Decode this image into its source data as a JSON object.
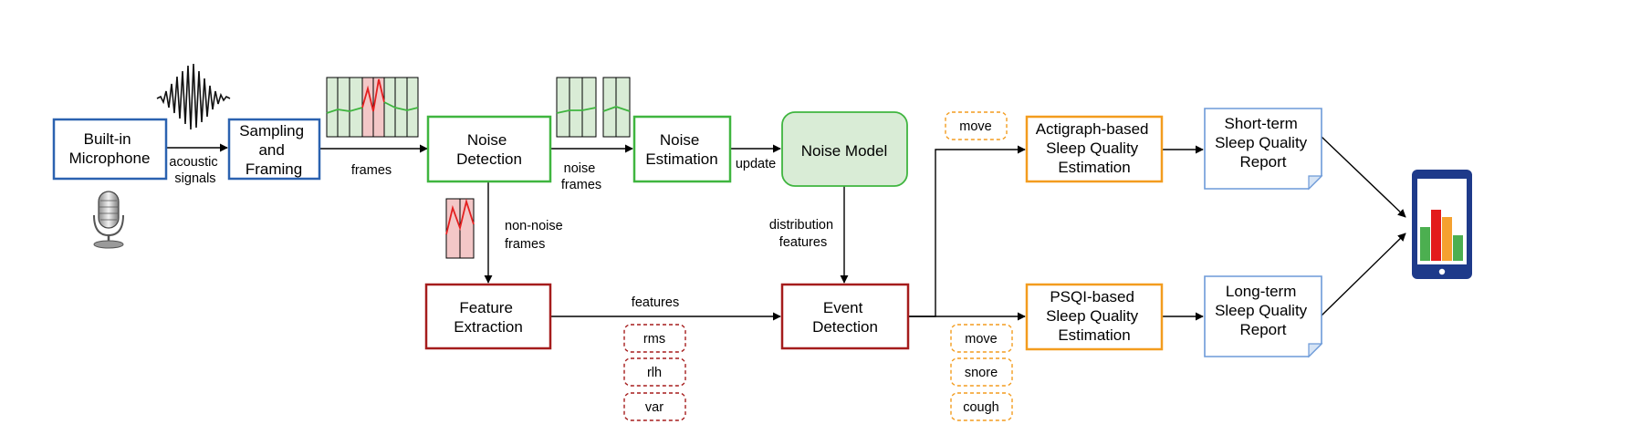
{
  "colors": {
    "blue": "#2b62b0",
    "green": "#3fb53f",
    "green_fill": "#d9ecd6",
    "dark_red": "#a51c1c",
    "orange": "#f39c1e",
    "report_blue": "#6d9ad8",
    "phone_navy": "#1e3a8a",
    "red_signal": "#e42020",
    "pink_fill": "#f3c7c7",
    "bar_green": "#4caf50",
    "bar_red": "#e31b1b",
    "bar_orange": "#f5a12f"
  },
  "nodes": {
    "microphone": {
      "lines": [
        "Built-in",
        "Microphone"
      ]
    },
    "sampling": {
      "lines": [
        "Sampling",
        "and",
        "Framing"
      ]
    },
    "noise_detection": {
      "lines": [
        "Noise",
        "Detection"
      ]
    },
    "noise_estimation": {
      "lines": [
        "Noise",
        "Estimation"
      ]
    },
    "noise_model": {
      "lines": [
        "Noise Model"
      ]
    },
    "feature_extraction": {
      "lines": [
        "Feature",
        "Extraction"
      ]
    },
    "event_detection": {
      "lines": [
        "Event",
        "Detection"
      ]
    },
    "actigraph": {
      "lines": [
        "Actigraph-based",
        "Sleep Quality",
        "Estimation"
      ]
    },
    "psqi": {
      "lines": [
        "PSQI-based",
        "Sleep Quality",
        "Estimation"
      ]
    },
    "short_report": {
      "lines": [
        "Short-term",
        "Sleep Quality",
        "Report"
      ]
    },
    "long_report": {
      "lines": [
        "Long-term",
        "Sleep Quality",
        "Report"
      ]
    }
  },
  "edges": {
    "acoustic_signals": [
      "acoustic",
      "signals"
    ],
    "frames": [
      "frames"
    ],
    "noise_frames": [
      "noise",
      "frames"
    ],
    "update": [
      "update"
    ],
    "non_noise_frames": [
      "non-noise",
      "frames"
    ],
    "distribution_features": [
      "distribution",
      "features"
    ],
    "features": [
      "features"
    ]
  },
  "feature_tags": [
    "rms",
    "rlh",
    "var"
  ],
  "actigraph_tags": [
    "move"
  ],
  "psqi_tags": [
    "move",
    "snore",
    "cough"
  ],
  "icons": {
    "microphone": "microphone-icon",
    "waveform": "sound-waveform-icon",
    "phone": "smartphone-chart-icon"
  }
}
